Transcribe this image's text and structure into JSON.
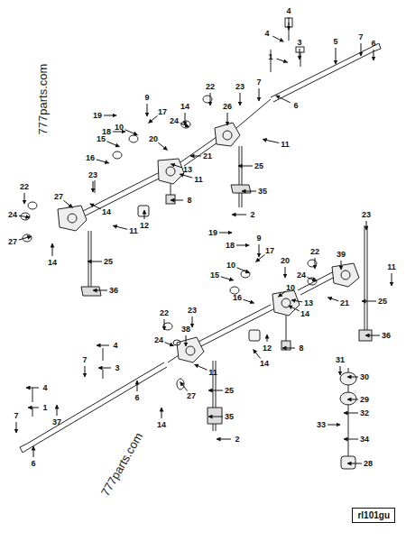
{
  "diagram": {
    "nodes": [
      {
        "text": [
          "rl101gu"
        ]
      }
    ],
    "labels": [
      "4",
      "4",
      "3",
      "1",
      "5",
      "7",
      "6",
      "7",
      "6",
      "19",
      "9",
      "18",
      "17",
      "22",
      "23",
      "14",
      "24",
      "26",
      "10",
      "15",
      "20",
      "11",
      "21",
      "16",
      "13",
      "11",
      "25",
      "23",
      "35",
      "8",
      "22",
      "27",
      "14",
      "12",
      "11",
      "24",
      "27",
      "14",
      "2",
      "25",
      "36",
      "19",
      "18",
      "9",
      "17",
      "10",
      "20",
      "22",
      "23",
      "39",
      "11",
      "15",
      "24",
      "10",
      "13",
      "14",
      "21",
      "25",
      "16",
      "22",
      "23",
      "38",
      "12",
      "8",
      "36",
      "24",
      "4",
      "7",
      "3",
      "14",
      "4",
      "1",
      "11",
      "6",
      "27",
      "37",
      "25",
      "14",
      "35",
      "7",
      "6",
      "2",
      "31",
      "30",
      "29",
      "32",
      "33",
      "34",
      "28",
      "777parts.com",
      "777parts.com"
    ]
  }
}
